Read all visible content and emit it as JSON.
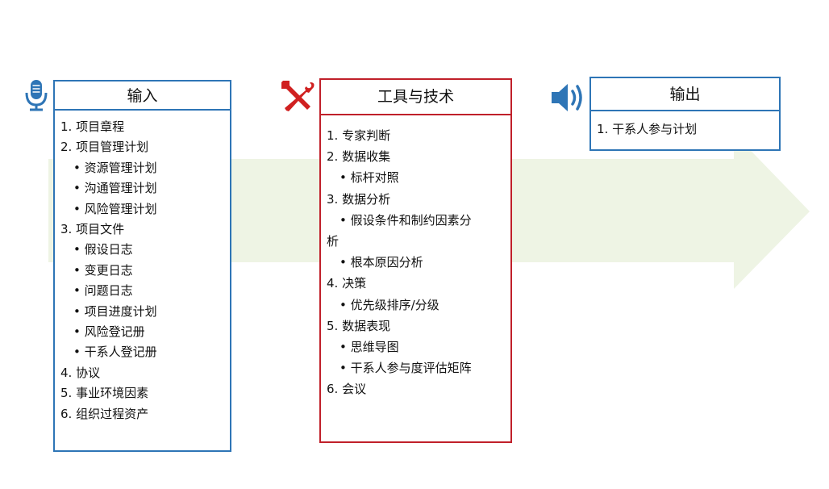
{
  "colors": {
    "input_border": "#2e75b6",
    "tools_border": "#c0202a",
    "output_border": "#2e75b6",
    "arrow_fill": "#eef4e4",
    "icon_blue": "#2e75b6",
    "icon_red": "#d02020"
  },
  "icons": {
    "input": "microphone-icon",
    "tools": "tools-icon",
    "output": "speaker-icon"
  },
  "input": {
    "title": "输入",
    "items": [
      {
        "text": "1. 项目章程",
        "level": 0
      },
      {
        "text": "2. 项目管理计划",
        "level": 0
      },
      {
        "text": "• 资源管理计划",
        "level": 1
      },
      {
        "text": "• 沟通管理计划",
        "level": 1
      },
      {
        "text": "• 风险管理计划",
        "level": 1
      },
      {
        "text": "3. 项目文件",
        "level": 0
      },
      {
        "text": "• 假设日志",
        "level": 1
      },
      {
        "text": "• 变更日志",
        "level": 1
      },
      {
        "text": "• 问题日志",
        "level": 1
      },
      {
        "text": "• 项目进度计划",
        "level": 1
      },
      {
        "text": "• 风险登记册",
        "level": 1
      },
      {
        "text": "• 干系人登记册",
        "level": 1
      },
      {
        "text": "4. 协议",
        "level": 0
      },
      {
        "text": "5. 事业环境因素",
        "level": 0
      },
      {
        "text": "6. 组织过程资产",
        "level": 0
      }
    ]
  },
  "tools": {
    "title": "工具与技术",
    "items": [
      {
        "text": "1. 专家判断",
        "level": 0
      },
      {
        "text": "2. 数据收集",
        "level": 0
      },
      {
        "text": "• 标杆对照",
        "level": 1
      },
      {
        "text": "3. 数据分析",
        "level": 0
      },
      {
        "text": "• 假设条件和制约因素分",
        "level": 1
      },
      {
        "text": "析",
        "level": 0
      },
      {
        "text": "• 根本原因分析",
        "level": 1
      },
      {
        "text": "4. 决策",
        "level": 0
      },
      {
        "text": "• 优先级排序/分级",
        "level": 1
      },
      {
        "text": "5. 数据表现",
        "level": 0
      },
      {
        "text": "• 思维导图",
        "level": 1
      },
      {
        "text": "• 干系人参与度评估矩阵",
        "level": 1
      },
      {
        "text": "6. 会议",
        "level": 0
      }
    ]
  },
  "output": {
    "title": "输出",
    "items": [
      {
        "text": "1. 干系人参与计划",
        "level": 0
      }
    ]
  }
}
